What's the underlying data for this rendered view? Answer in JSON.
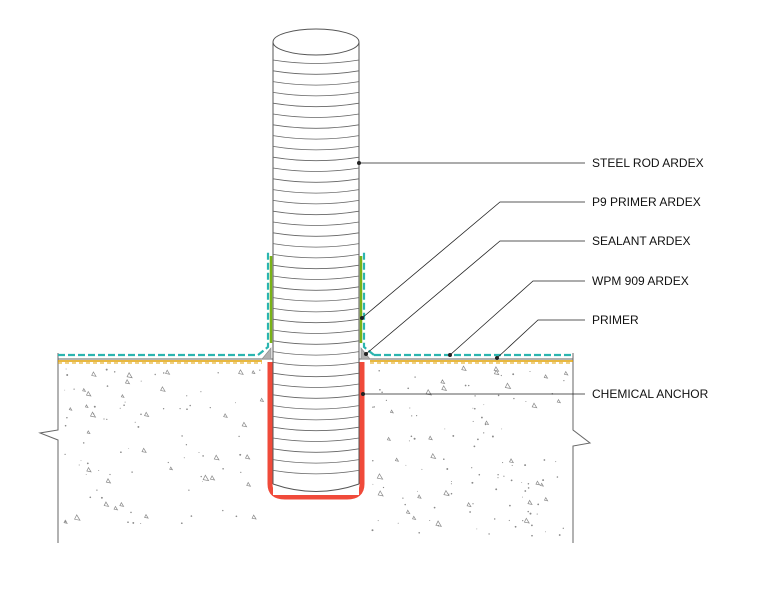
{
  "drawing": {
    "labels": {
      "steel_rod": "STEEL ROD ARDEX",
      "p9_primer": "P9 PRIMER ARDEX",
      "sealant": "SEALANT ARDEX",
      "wpm": "WPM 909 ARDEX",
      "primer": "PRIMER",
      "chemical_anchor": "CHEMICAL ANCHOR"
    },
    "colors": {
      "wpm": "#2bb5b0",
      "wpm_dash": "#3cc8d8",
      "primer": "#e0a000",
      "p9_primer": "#7ab317",
      "sealant": "#b0b0b0",
      "chemical_anchor": "#f04a3a",
      "concrete_line": "#666666",
      "aggregate": "#8a8a8a"
    }
  }
}
